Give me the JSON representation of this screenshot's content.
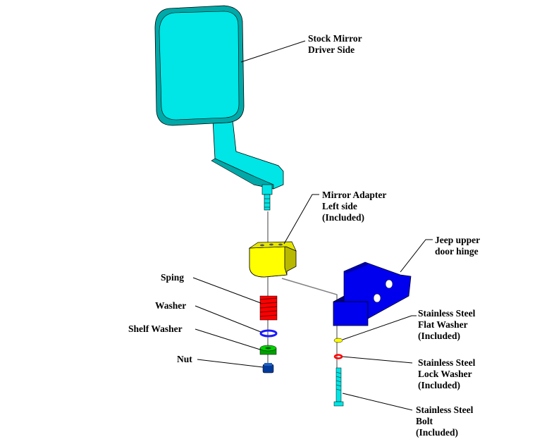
{
  "colors": {
    "mirror": "#00e5e5",
    "mirror_shade": "#00a8a8",
    "adapter": "#ffff00",
    "adapter_shade": "#b8b800",
    "spring": "#ff0000",
    "washer": "#1a1aff",
    "shelf_washer": "#00d000",
    "nut": "#003a9a",
    "hinge": "#0000ee",
    "hinge_shade": "#00008a",
    "flat_washer": "#ffff00",
    "lock_washer": "#ff0000",
    "bolt": "#00e5e5",
    "leader": "#000000",
    "axis": "#808080"
  },
  "labels": {
    "stock_mirror": [
      "Stock Mirror",
      "Driver Side"
    ],
    "mirror_adapter": [
      "Mirror Adapter",
      "Left side",
      "(Included)"
    ],
    "jeep_hinge": [
      "Jeep upper",
      "door hinge"
    ],
    "spring": [
      "Sping"
    ],
    "washer": [
      "Washer"
    ],
    "shelf_washer": [
      "Shelf Washer"
    ],
    "nut": [
      "Nut"
    ],
    "flat_washer": [
      "Stainless Steel",
      "Flat Washer",
      "(Included)"
    ],
    "lock_washer": [
      "Stainless Steel",
      "Lock Washer",
      "(Included)"
    ],
    "bolt": [
      "Stainless Steel",
      "Bolt",
      "(Included)"
    ]
  }
}
